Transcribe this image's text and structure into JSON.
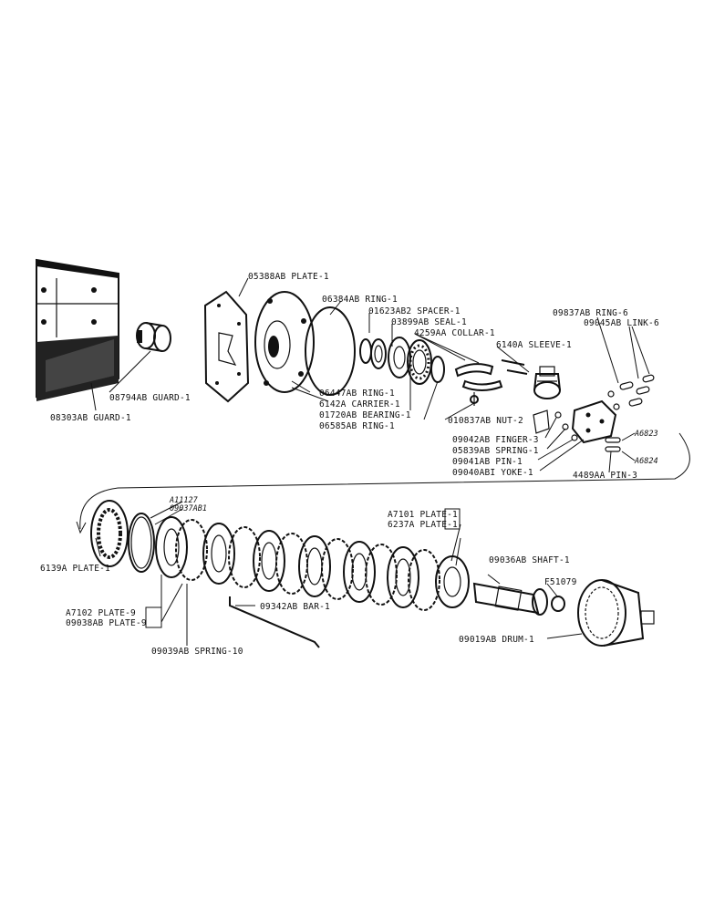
{
  "labels": {
    "plate_05388": "05388AB PLATE-1",
    "ring_06384": "06384AB RING-1",
    "spacer_01623": "01623AB2 SPACER-1",
    "seal_03899": "03899AB SEAL-1",
    "collar_4259": "4259AA COLLAR-1",
    "sleeve_6140": "6140A SLEEVE-1",
    "ring_09837": "09837AB RING-6",
    "link_09045": "09045AB LINK-6",
    "guard_08794": "08794AB GUARD-1",
    "guard_08303": "08303AB GUARD-1",
    "ring_06447": "06447AB RING-1",
    "carrier_6142": "6142A CARRIER-1",
    "bearing_01720": "01720AB BEARING-1",
    "ring_06585": "06585AB RING-1",
    "nut_010837": "010837AB NUT-2",
    "a6823": "A6823",
    "finger_09042": "09042AB FINGER-3",
    "spring_05839": "05839AB SPRING-1",
    "pin_09041": "09041AB PIN-1",
    "yoke_09040": "09040ABI YOKE-1",
    "a6824": "A6824",
    "pin_4489": "4489AA PIN-3",
    "a11127": "A11127",
    "ref_09037": "09037AB1",
    "plate_a7101": "A7101 PLATE-1",
    "plate_6237": "6237A PLATE-1",
    "shaft_09036": "09036AB SHAFT-1",
    "f51079": "F51079",
    "plate_6139": "6139A PLATE-1",
    "plate_a7102": "A7102 PLATE-9",
    "plate_09038": "09038AB PLATE-9",
    "bar_09342": "09342AB BAR-1",
    "drum_09019": "09019AB DRUM-1",
    "spring_09039": "09039AB SPRING-10"
  }
}
